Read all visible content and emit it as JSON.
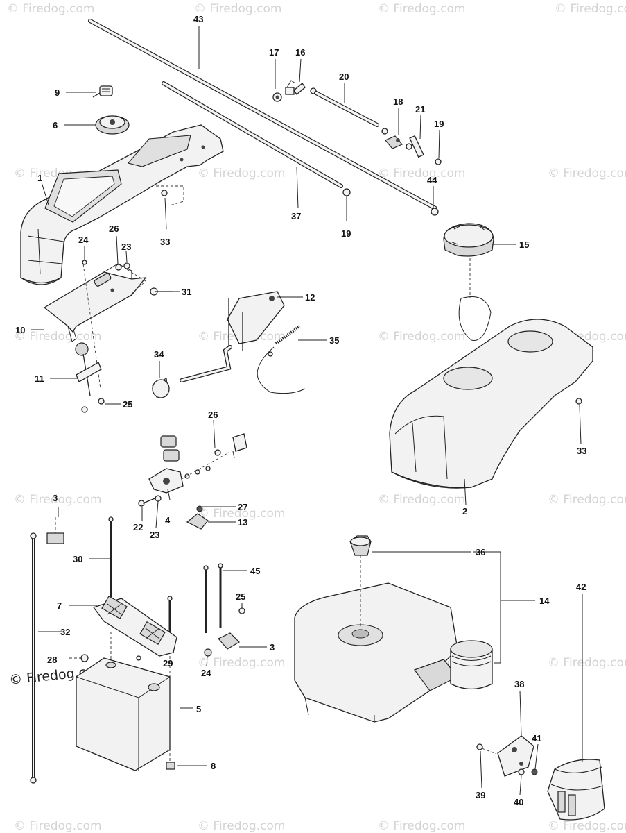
{
  "watermark": {
    "text": "© Firedog.com",
    "copyright_text": "© Firedog.com"
  },
  "callouts": {
    "c1": "1",
    "c2": "2",
    "c3a": "3",
    "c3b": "3",
    "c4": "4",
    "c5": "5",
    "c6": "6",
    "c7": "7",
    "c8": "8",
    "c9": "9",
    "c10": "10",
    "c11": "11",
    "c12": "12",
    "c13": "13",
    "c14": "14",
    "c15": "15",
    "c16": "16",
    "c17": "17",
    "c18": "18",
    "c19a": "19",
    "c19b": "19",
    "c20": "20",
    "c21": "21",
    "c22": "22",
    "c23a": "23",
    "c23b": "23",
    "c24a": "24",
    "c24b": "24",
    "c25a": "25",
    "c25b": "25",
    "c26a": "26",
    "c26b": "26",
    "c27": "27",
    "c28": "28",
    "c29": "29",
    "c30": "30",
    "c31": "31",
    "c32": "32",
    "c33a": "33",
    "c33b": "33",
    "c34": "34",
    "c35": "35",
    "c36": "36",
    "c37": "37",
    "c38": "38",
    "c39": "39",
    "c40": "40",
    "c41": "41",
    "c42": "42",
    "c43": "43",
    "c44": "44",
    "c45": "45"
  }
}
